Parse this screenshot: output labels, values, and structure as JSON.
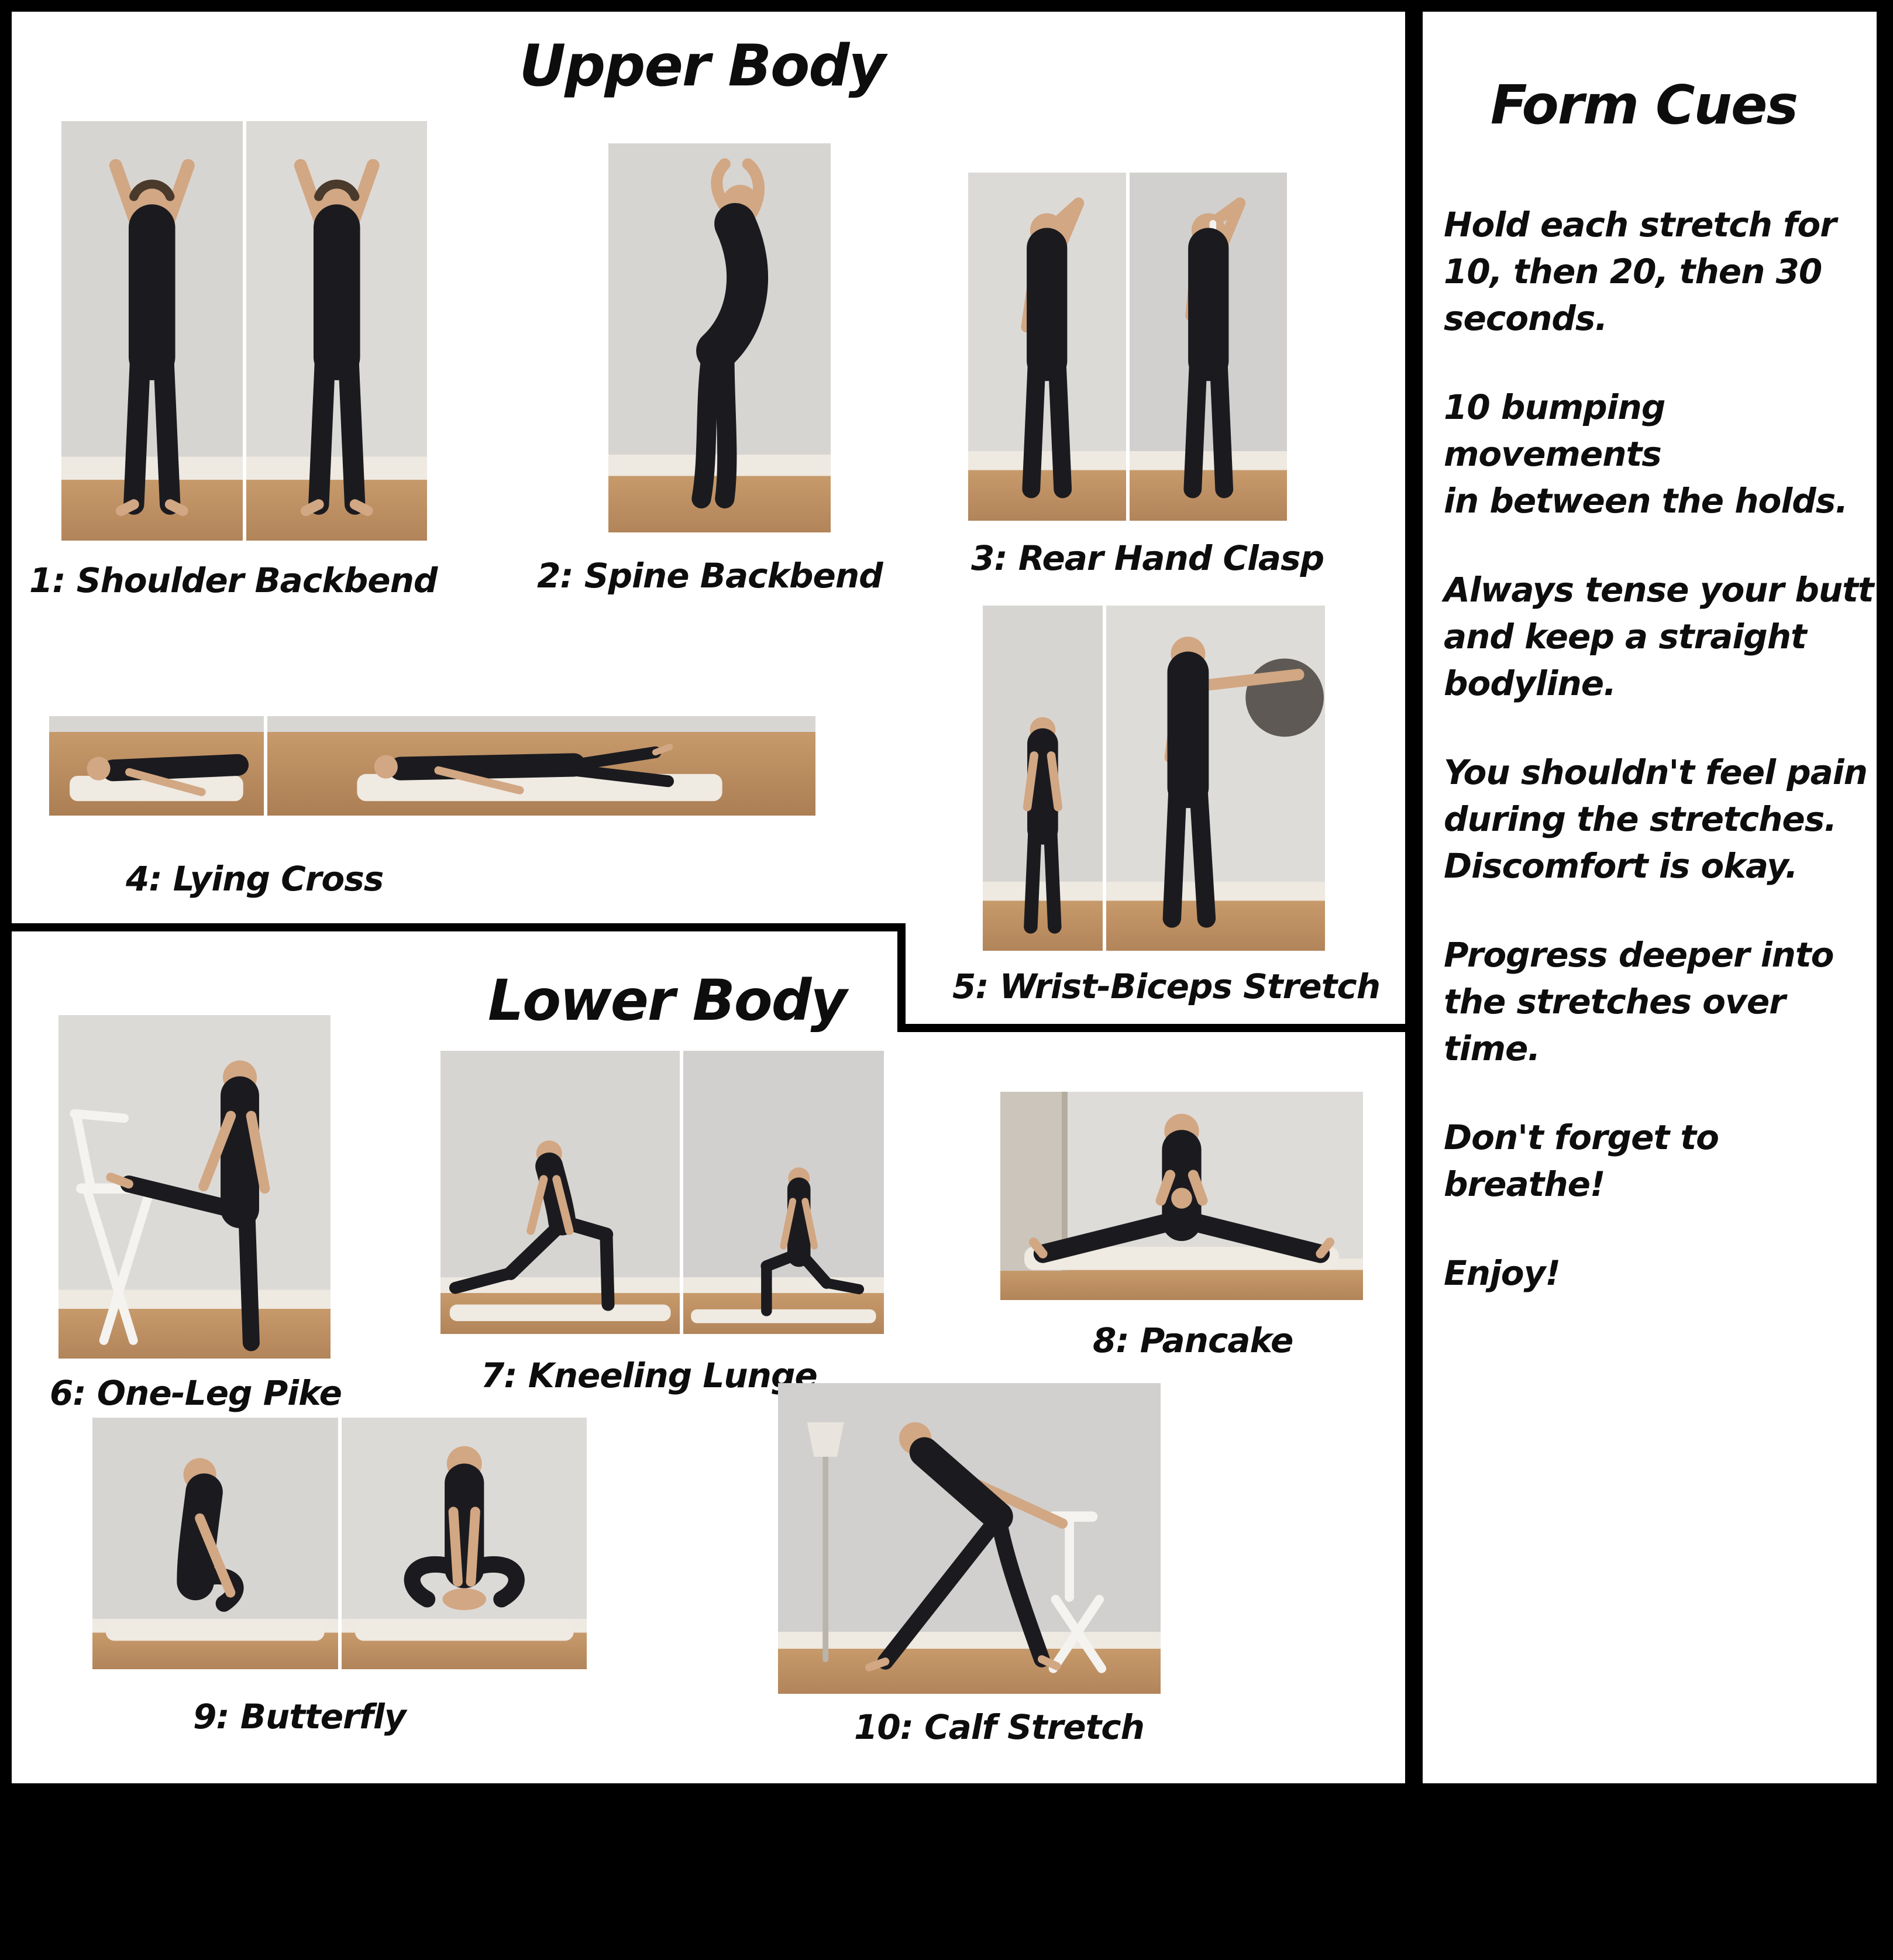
{
  "sections": {
    "upper": {
      "title": "Upper Body"
    },
    "lower": {
      "title": "Lower Body"
    }
  },
  "exercises": [
    {
      "number": "1",
      "name": "Shoulder Backbend",
      "label": "1: Shoulder Backbend"
    },
    {
      "number": "2",
      "name": "Spine Backbend",
      "label": "2: Spine Backbend"
    },
    {
      "number": "3",
      "name": "Rear Hand Clasp",
      "label": "3: Rear Hand Clasp"
    },
    {
      "number": "4",
      "name": "Lying Cross",
      "label": "4: Lying Cross"
    },
    {
      "number": "5",
      "name": "Wrist-Biceps Stretch",
      "label": "5: Wrist-Biceps Stretch"
    },
    {
      "number": "6",
      "name": "One-Leg Pike",
      "label": "6: One-Leg Pike"
    },
    {
      "number": "7",
      "name": "Kneeling Lunge",
      "label": "7: Kneeling Lunge"
    },
    {
      "number": "8",
      "name": "Pancake",
      "label": "8: Pancake"
    },
    {
      "number": "9",
      "name": "Butterfly",
      "label": "9: Butterfly"
    },
    {
      "number": "10",
      "name": "Calf Stretch",
      "label": "10: Calf Stretch"
    }
  ],
  "cues": {
    "title": "Form Cues",
    "p1": [
      "Hold each stretch for",
      "10, then 20, then 30",
      "seconds."
    ],
    "p2": [
      "10 bumping movements",
      "in between the holds."
    ],
    "p3": [
      "Always tense your butt",
      "and keep a straight",
      "bodyline."
    ],
    "p4": [
      "You shouldn't feel pain",
      "during the stretches.",
      "Discomfort is okay."
    ],
    "p5": [
      "Progress deeper into",
      "the stretches over time."
    ],
    "p6": [
      "Don't forget to breathe!"
    ],
    "p7": [
      "Enjoy!"
    ]
  },
  "colors": {
    "frame": "#000000",
    "paper": "#ffffff",
    "text": "#0d0d0d",
    "photo_wall": "#d7d5d2",
    "photo_floor_wood": "#c2946a",
    "photo_mat": "#efeae2",
    "clothing_silhouette": "#1b1b1f",
    "skin_tone": "#d2a783",
    "chair_white": "#f4f3f0"
  }
}
